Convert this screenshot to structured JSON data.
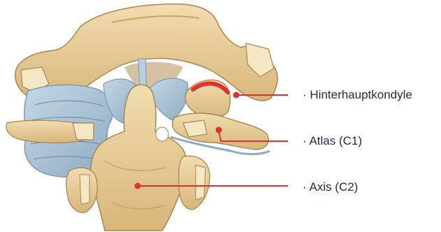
{
  "labels": [
    "· Hinterhauptkondyle",
    "· Atlas (C1)",
    "· Axis (C2)"
  ],
  "colors": {
    "bone": "#e9d2a0",
    "bone_shadow": "#c9a466",
    "bone_outline": "#a8864f",
    "ligament": "#a9c3d6",
    "ligament_shadow": "#7d9ab3",
    "pointer": "#e0312c",
    "text": "#1e2a44"
  },
  "icons": [
    "cervical-spine-illustration"
  ]
}
